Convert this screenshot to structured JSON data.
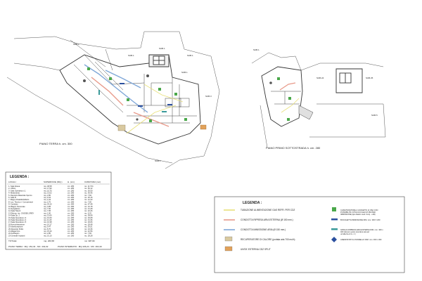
{
  "plans": {
    "ground": {
      "title": "PIANO TERRA h. cm. 300",
      "sub_labels": [
        "SUB.1",
        "SUB.1",
        "SUB.1",
        "SUB.1",
        "SUB.1",
        "SUB.1",
        "SUB.3"
      ]
    },
    "first": {
      "title": "PIANO PRIMO SOTTOSTRADA h. cm. 280",
      "sub_labels": [
        "SUB.1",
        "SUB.24",
        "SUB.25",
        "SUB.5"
      ]
    }
  },
  "rooms_table": {
    "title": "LEGENDA :",
    "headers": [
      "LOCALI",
      "SUPERFICIE (MQ.)",
      "H. (cm)",
      "CUBATURA (mc)"
    ],
    "rows": [
      [
        "1- Sala Attesa",
        "mq. 48,58",
        "cm. 280",
        "mc. 117,51"
      ],
      [
        "2- Ufficio",
        "mq. 17,90",
        "cm. 280",
        "mc. 50,12"
      ],
      [
        "3- Sala Operativa n.1",
        "mq. 10,75",
        "cm. 280",
        "mc. 30,09"
      ],
      [
        "4- Medicheria",
        "mq. 13,02",
        "cm. 280",
        "mc. 36,45"
      ],
      [
        "5- Deposito Materiale Sporco",
        "mq. 2,80",
        "cm. 280",
        "mc. 7,84"
      ],
      [
        "6- Sala B",
        "mq. 9,34",
        "cm. 280",
        "mc. 26,15"
      ],
      [
        "7- Bagno Disabili/Addetto",
        "mq. 4,44",
        "cm. 280",
        "mc. 12,43"
      ],
      [
        "8- Loc. Tecnico + Compressori",
        "mq. 2,70",
        "cm. 280",
        "mc. 7,56"
      ],
      [
        "9- Corridoio",
        "mq. 24,10",
        "cm. 280",
        "mc. 67,48"
      ],
      [
        "10-Bagno Personale",
        "mq. 3,85",
        "cm. 280",
        "mc. 10,78"
      ],
      [
        "11-Spogliatoio",
        "mq. 7,60",
        "cm. 280",
        "mc. 21,28"
      ],
      [
        "12-Sala Tolenti",
        "mq. 7,95",
        "cm. 280",
        "mc. 22,26"
      ],
      [
        "13-Disimp. ins. CASSE/LOREY",
        "mq. 1,90",
        "cm. 280",
        "mc. 5,32"
      ],
      [
        "14-Sala Op. 2",
        "mq. 13,60",
        "cm. 280",
        "mc. 38,08"
      ],
      [
        "15-Sala Operativa n.3",
        "mq. 10,60",
        "cm. 280",
        "mc. 29,68"
      ],
      [
        "16-Sala Operativa n.4",
        "mq. 11,20",
        "cm. 280",
        "mc. 31,36"
      ],
      [
        "17-Sala Operativa n.5",
        "mq. 10,38",
        "cm. 280",
        "mc. 29,06"
      ],
      [
        "18-Amministrazione",
        "mq. 10,17",
        "cm. 280",
        "mc. 28,48"
      ],
      [
        "19-Sterilizzazione",
        "mq. 9,47",
        "cm. 280",
        "mc. 26,51"
      ],
      [
        "20-Deposito Pulito",
        "mq. 8,70",
        "cm. 280",
        "mc. 24,36"
      ],
      [
        "21-Magazzino",
        "mq. 15,20",
        "cm. 280",
        "mc. 42,56"
      ],
      [
        "22-Antibagno",
        "mq. 2,80",
        "cm. 280",
        "mc. 7,84"
      ],
      [
        "23-Centrale Impianti",
        "mq. 10,10",
        "cm. 280",
        "mc. 28,28"
      ]
    ],
    "total_label": "TOTALE:",
    "total_area": "mq. 260,58",
    "total_volume": "mc. 987,82",
    "footer_left": "PIANO TERRA : MQ. 154,34 - MC. 432,02",
    "footer_right": "PIANO INTERRATO : MQ.106,24 - MC. 264,30"
  },
  "hvac_legend": {
    "title": "LEGENDA :",
    "left_items": [
      {
        "text": "TUBAZIONE ALIMENTAZIONE GAS REFR. PER CDZ",
        "color": "#e8e07a",
        "kind": "line"
      },
      {
        "text": "CONDOTTA RIPRESA ARIA ESTERNA (Ø 150 mm.)",
        "color": "#e89a8a",
        "kind": "line"
      },
      {
        "text": "CONDOTTA IMMISSIONE ARIA (Ø 150 mm.)",
        "color": "#7fa7d8",
        "kind": "line"
      },
      {
        "text": "RECUPERATORE DI CALORE (portata aria 700 mc/h)",
        "color": "#d9c9a0",
        "kind": "box"
      },
      {
        "text": "UNITA' ESTERNA CDZ SPLIT",
        "color": "#e2a25a",
        "kind": "box"
      }
    ],
    "right_items": [
      {
        "text": "CLIMATIZZATORE A CASSETTA (4 VIE) CON POSSIBILITA' ATTACCO FLEX Ø 150 PER IMMISSIONE (tipo Daikin mod. Fxzq - xxB)",
        "color": "#4aa84a",
        "kind": "square"
      },
      {
        "text": "BOCCHETTA IMMISSIONE DIM. mm. 300 X 200",
        "color": "#2a4f9e",
        "kind": "bar"
      },
      {
        "text": "GRIGLIA RIPRESA ARIA ESTERNA DIM. mm. 300 x 400 (devono poter prendere aria ad un'altezza di m. 4 )",
        "color": "#3a9a9a",
        "kind": "bar"
      },
      {
        "text": "ANEMOSTATO A PANNELLO DIM. mm. 300 x 300",
        "color": "#2a4f9e",
        "kind": "diamond"
      }
    ]
  }
}
